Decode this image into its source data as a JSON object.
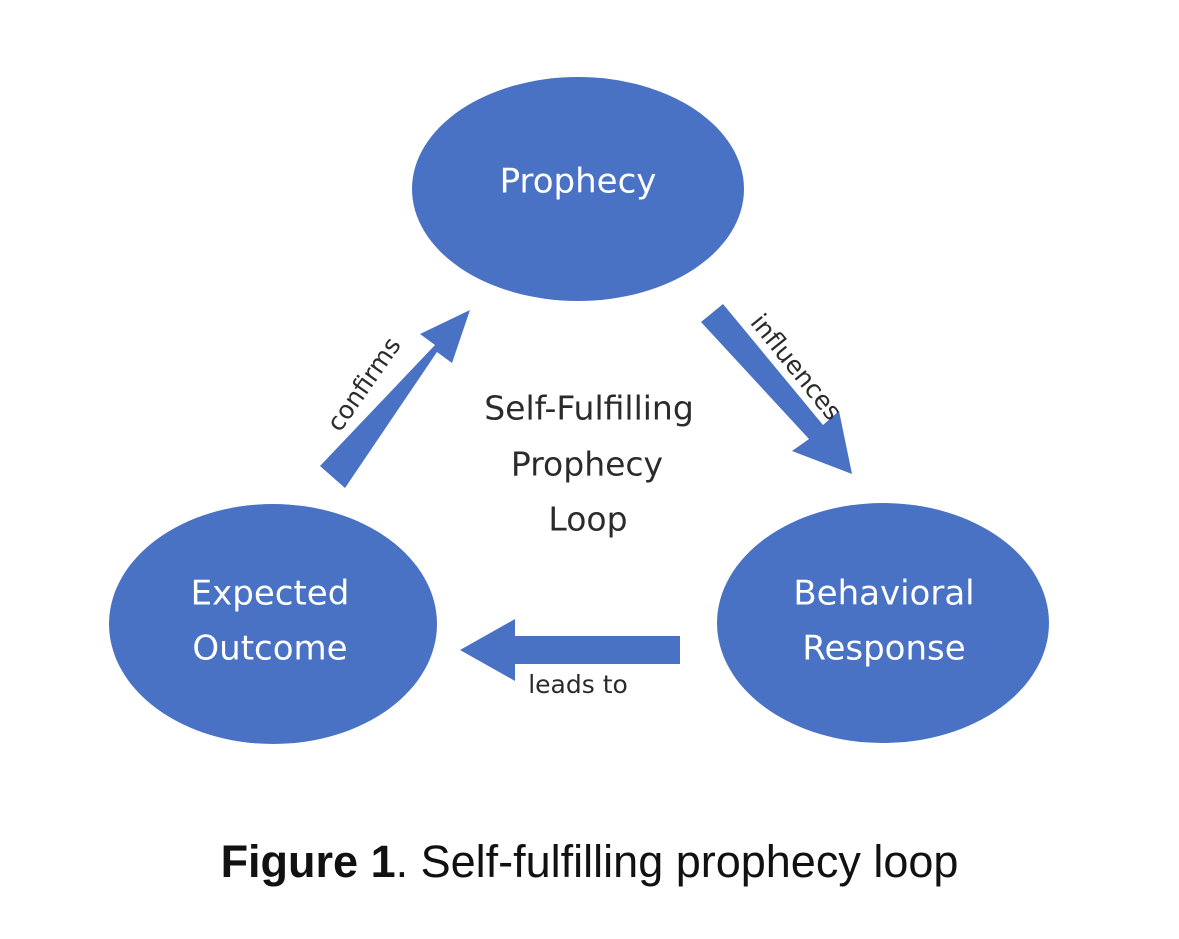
{
  "colors": {
    "node_fill": "#4a72c4",
    "arrow_fill": "#4a72c4",
    "node_text": "#ffffff",
    "label_text": "#2b2b2b",
    "background": "#ffffff"
  },
  "nodes": {
    "prophecy": {
      "lines": [
        "Prophecy"
      ]
    },
    "behavioral_response": {
      "lines": [
        "Behavioral",
        "Response"
      ]
    },
    "expected_outcome": {
      "lines": [
        "Expected",
        "Outcome"
      ]
    }
  },
  "center_label": {
    "lines": [
      "Self-Fulfilling",
      "Prophecy",
      "Loop"
    ]
  },
  "edges": {
    "influences": "influences",
    "leads_to": "leads to",
    "confirms": "confirms"
  },
  "caption": {
    "prefix": "Figure 1",
    "text": ". Self-fulfilling prophecy loop"
  }
}
